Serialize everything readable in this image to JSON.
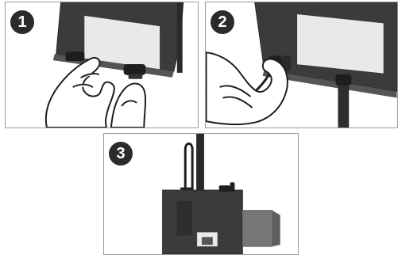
{
  "steps": [
    {
      "number": "1",
      "label": "step-1"
    },
    {
      "number": "2",
      "label": "step-2"
    },
    {
      "number": "3",
      "label": "step-3"
    }
  ],
  "colors": {
    "device_dark": "#3b3b3b",
    "device_mid": "#555555",
    "screen": "#e9e9e9",
    "panel_border": "#9a9a9a",
    "badge": "#2b2b2b"
  },
  "icons": [
    "step-number-1-badge",
    "step-number-2-badge",
    "step-number-3-badge"
  ]
}
